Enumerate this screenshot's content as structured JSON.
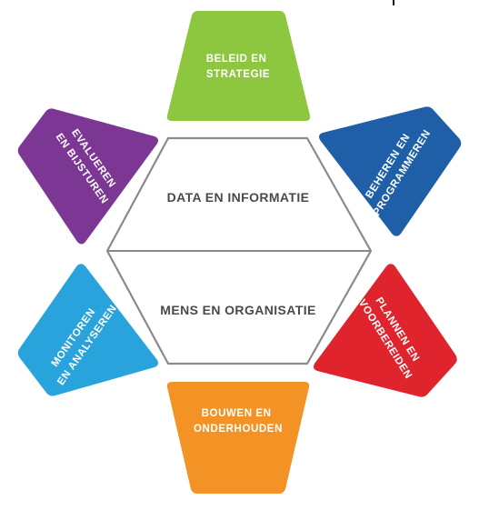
{
  "center": {
    "top_label": "DATA EN INFORMATIE",
    "bottom_label": "MENS EN ORGANISATIE",
    "outline_color": "#8a8a8a"
  },
  "segments": [
    {
      "id": "beleid",
      "lines": [
        "BELEID EN",
        "STRATEGIE"
      ],
      "color": "#8dc63f"
    },
    {
      "id": "beheren",
      "lines": [
        "BEHEREN EN",
        "PROGRAMMEREN"
      ],
      "color": "#1f5fa8"
    },
    {
      "id": "plannen",
      "lines": [
        "PLANNEN EN",
        "VOORBEREIDEN"
      ],
      "color": "#e0242e"
    },
    {
      "id": "bouwen",
      "lines": [
        "BOUWEN EN",
        "ONDERHOUDEN"
      ],
      "color": "#f39325"
    },
    {
      "id": "monitoren",
      "lines": [
        "MONITOREN",
        "EN ANALYSEREN"
      ],
      "color": "#29a3dc"
    },
    {
      "id": "evalueren",
      "lines": [
        "EVALUEREN",
        "EN BIJSTUREN"
      ],
      "color": "#7b3793"
    }
  ]
}
